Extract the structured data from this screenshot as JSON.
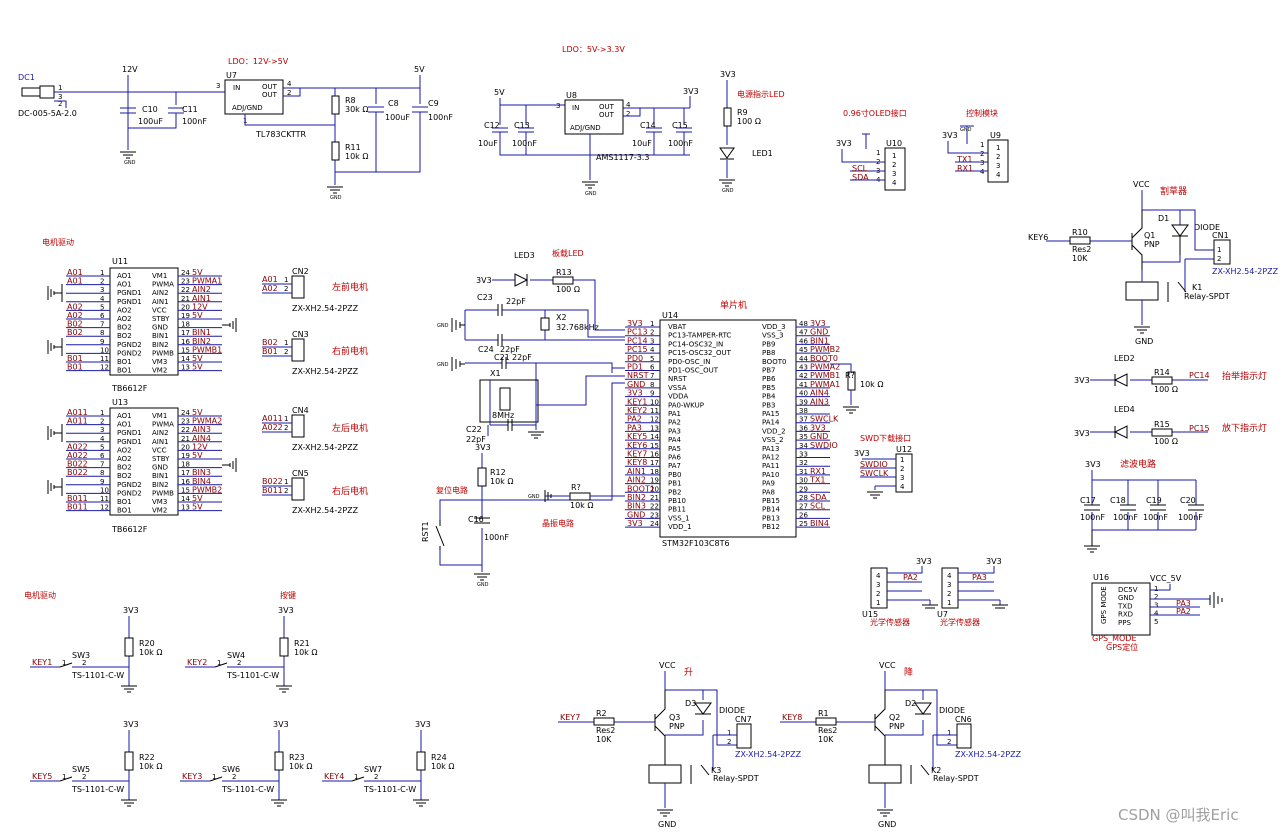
{
  "sections": {
    "ldo1": "LDO：12V->5V",
    "ldo2": "LDO：5V->3.3V",
    "power_led": "电源指示LED",
    "oled": "0.96寸OLED接口",
    "ctrl": "控制模块",
    "mower": "割草器",
    "motor_drive": "电机驱动",
    "board_led": "板载LED",
    "mcu": "单片机",
    "reset": "复位电路",
    "crystal": "晶振电路",
    "swd": "SWD下载接口",
    "lift_led": "抬举指示灯",
    "lower_led": "放下指示灯",
    "filter": "滤波电路",
    "motor_drive2": "电机驱动",
    "keys": "按键",
    "up": "升",
    "down": "降",
    "fl_motor": "左前电机",
    "fr_motor": "右前电机",
    "rl_motor": "左后电机",
    "rr_motor": "右后电机",
    "light1": "光学传感器",
    "light2": "光学传感器",
    "gps": "GPS定位"
  },
  "nets": {
    "v12": "12V",
    "v5": "5V",
    "v33": "3V3",
    "vcc": "VCC",
    "vcc5": "VCC_5V",
    "gnd": "GND"
  },
  "power": {
    "dc1": "DC1",
    "dc1_part": "DC-005-5A-2.0",
    "c10": "C10",
    "c10v": "100uF",
    "c11": "C11",
    "c11v": "100nF",
    "u7": "U7",
    "u7_part": "TL783CKTTR",
    "u7_in": "IN",
    "u7_out1": "OUT",
    "u7_out2": "OUT",
    "u7_adj": "ADJ/GND",
    "r8": "R8",
    "r8v": "30k Ω",
    "r11": "R11",
    "r11v": "10k Ω",
    "c8": "C8",
    "c8v": "100uF",
    "c9": "C9",
    "c9v": "100nF",
    "u8": "U8",
    "u8_part": "AMS1117-3.3",
    "u8_in": "IN",
    "u8_out1": "OUT",
    "u8_out2": "OUT",
    "u8_adj": "ADJ/GND",
    "c12": "C12",
    "c12v": "10uF",
    "c13": "C13",
    "c13v": "100nF",
    "c14": "C14",
    "c14v": "10uF",
    "c15": "C15",
    "c15v": "100nF",
    "r9": "R9",
    "r9v": "100 Ω",
    "led1": "LED1"
  },
  "oled": {
    "u10": "U10",
    "pins": [
      "3V3",
      "SCL",
      "SDA"
    ]
  },
  "ctrl": {
    "u9": "U9",
    "pins": [
      "3V3",
      "TX1",
      "RX1"
    ]
  },
  "mower": {
    "key": "KEY6",
    "r10": "R10",
    "r10p": "Res2",
    "r10v": "10K",
    "q1": "Q1",
    "q1p": "PNP",
    "d1": "D1",
    "d1p": "DIODE",
    "cn1": "CN1",
    "cn1p": "ZX-XH2.54-2PZZ",
    "k1": "K1",
    "k1p": "Relay-SPDT"
  },
  "tb1": {
    "name": "U11",
    "part": "TB6612F",
    "left": [
      [
        "A01",
        "1",
        "AO1"
      ],
      [
        "A01",
        "2",
        "AO1"
      ],
      [
        "",
        "3",
        "PGND1"
      ],
      [
        "",
        "4",
        "PGND1"
      ],
      [
        "A02",
        "5",
        "AO2"
      ],
      [
        "A02",
        "6",
        "AO2"
      ],
      [
        "B02",
        "7",
        "BO2"
      ],
      [
        "B02",
        "8",
        "BO2"
      ],
      [
        "",
        "9",
        "PGND2"
      ],
      [
        "",
        "10",
        "PGND2"
      ],
      [
        "B01",
        "11",
        "BO1"
      ],
      [
        "B01",
        "12",
        "BO1"
      ]
    ],
    "right": [
      [
        "VM1",
        "24",
        "5V"
      ],
      [
        "PWMA",
        "23",
        "PWMA1"
      ],
      [
        "AIN2",
        "22",
        "AIN2"
      ],
      [
        "AIN1",
        "21",
        "AIN1"
      ],
      [
        "VCC",
        "20",
        "12V"
      ],
      [
        "STBY",
        "19",
        "5V"
      ],
      [
        "GND",
        "18",
        ""
      ],
      [
        "BIN1",
        "17",
        "BIN1"
      ],
      [
        "BIN2",
        "16",
        "BIN2"
      ],
      [
        "PWMB",
        "15",
        "PWMB1"
      ],
      [
        "VM3",
        "14",
        "5V"
      ],
      [
        "VM2",
        "13",
        "5V"
      ]
    ]
  },
  "tb2": {
    "name": "U13",
    "part": "TB6612F",
    "left": [
      [
        "A011",
        "1",
        "AO1"
      ],
      [
        "A011",
        "2",
        "AO1"
      ],
      [
        "",
        "3",
        "PGND1"
      ],
      [
        "",
        "4",
        "PGND1"
      ],
      [
        "A022",
        "5",
        "AO2"
      ],
      [
        "A022",
        "6",
        "AO2"
      ],
      [
        "B022",
        "7",
        "BO2"
      ],
      [
        "B022",
        "8",
        "BO2"
      ],
      [
        "",
        "9",
        "PGND2"
      ],
      [
        "",
        "10",
        "PGND2"
      ],
      [
        "B011",
        "11",
        "BO1"
      ],
      [
        "B011",
        "12",
        "BO1"
      ]
    ],
    "right": [
      [
        "VM1",
        "24",
        "5V"
      ],
      [
        "PWMA",
        "23",
        "PWMA2"
      ],
      [
        "AIN2",
        "22",
        "AIN3"
      ],
      [
        "AIN1",
        "21",
        "AIN4"
      ],
      [
        "VCC",
        "20",
        "12V"
      ],
      [
        "STBY",
        "19",
        "5V"
      ],
      [
        "GND",
        "18",
        ""
      ],
      [
        "BIN1",
        "17",
        "BIN3"
      ],
      [
        "BIN2",
        "16",
        "BIN4"
      ],
      [
        "PWMB",
        "15",
        "PWMB2"
      ],
      [
        "VM3",
        "14",
        "5V"
      ],
      [
        "VM2",
        "13",
        "5V"
      ]
    ]
  },
  "cn": {
    "cn2": [
      "CN2",
      "A01",
      "A02"
    ],
    "cn3": [
      "CN3",
      "B02",
      "B01"
    ],
    "cn4": [
      "CN4",
      "A011",
      "A022"
    ],
    "cn5": [
      "CN5",
      "B022",
      "B011"
    ],
    "part": "ZX-XH2.54-2PZZ"
  },
  "mcu": {
    "name": "U14",
    "part": "STM32F103C8T6",
    "left": [
      [
        "3V3",
        "1",
        "VBAT"
      ],
      [
        "PC13",
        "2",
        "PC13-TAMPER-RTC"
      ],
      [
        "PC14",
        "3",
        "PC14-OSC32_IN"
      ],
      [
        "PC15",
        "4",
        "PC15-OSC32_OUT"
      ],
      [
        "PD0",
        "5",
        "PD0-OSC_IN"
      ],
      [
        "PD1",
        "6",
        "PD1-OSC_OUT"
      ],
      [
        "NRST",
        "7",
        "NRST"
      ],
      [
        "GND",
        "8",
        "VSSA"
      ],
      [
        "3V3",
        "9",
        "VDDA"
      ],
      [
        "KEY1",
        "10",
        "PA0-WKUP"
      ],
      [
        "KEY2",
        "11",
        "PA1"
      ],
      [
        "PA2",
        "12",
        "PA2"
      ],
      [
        "PA3",
        "13",
        "PA3"
      ],
      [
        "KEY5",
        "14",
        "PA4"
      ],
      [
        "KEY6",
        "15",
        "PA5"
      ],
      [
        "KEY7",
        "16",
        "PA6"
      ],
      [
        "KEY8",
        "17",
        "PA7"
      ],
      [
        "AIN1",
        "18",
        "PB0"
      ],
      [
        "AIN2",
        "19",
        "PB1"
      ],
      [
        "BOOT1",
        "20",
        "PB2"
      ],
      [
        "BIN2",
        "21",
        "PB10"
      ],
      [
        "BIN3",
        "22",
        "PB11"
      ],
      [
        "GND",
        "23",
        "VSS_1"
      ],
      [
        "3V3",
        "24",
        "VDD_1"
      ]
    ],
    "right": [
      [
        "VDD_3",
        "48",
        "3V3"
      ],
      [
        "VSS_3",
        "47",
        "GND"
      ],
      [
        "PB9",
        "46",
        "BIN1"
      ],
      [
        "PB8",
        "45",
        "PWMB2"
      ],
      [
        "BOOT0",
        "44",
        "BOOT0"
      ],
      [
        "PB7",
        "43",
        "PWMA2"
      ],
      [
        "PB6",
        "42",
        "PWMB1"
      ],
      [
        "PB5",
        "41",
        "PWMA1"
      ],
      [
        "PB4",
        "40",
        "AIN4"
      ],
      [
        "PB3",
        "39",
        "AIN3"
      ],
      [
        "PA15",
        "38",
        ""
      ],
      [
        "PA14",
        "37",
        "SWCLK"
      ],
      [
        "VDD_2",
        "36",
        "3V3"
      ],
      [
        "VSS_2",
        "35",
        "GND"
      ],
      [
        "PA13",
        "34",
        "SWDIO"
      ],
      [
        "PA12",
        "33",
        ""
      ],
      [
        "PA11",
        "32",
        ""
      ],
      [
        "PA10",
        "31",
        "RX1"
      ],
      [
        "PA9",
        "30",
        "TX1"
      ],
      [
        "PA8",
        "29",
        ""
      ],
      [
        "PB15",
        "28",
        "SDA"
      ],
      [
        "PB14",
        "27",
        "SCL"
      ],
      [
        "PB13",
        "26",
        ""
      ],
      [
        "PB12",
        "25",
        "BIN4"
      ]
    ]
  },
  "mcu_misc": {
    "led3": "LED3",
    "r13": "R13",
    "r13v": "100 Ω",
    "c23": "C23",
    "c23v": "22pF",
    "x2": "X2",
    "x2v": "32.768kHz",
    "c24": "C24",
    "c24v": "22pF",
    "c21": "C21",
    "c21v": "22pF",
    "x1": "X1",
    "x1v": "8MHz",
    "c22": "C22",
    "c22v": "22pF",
    "r12": "R12",
    "r12v": "10k Ω",
    "c16": "C16",
    "c16v": "100nF",
    "rst1": "RST1",
    "rq": "R?",
    "rqv": "10k Ω",
    "rq2": "R?",
    "rq2v": "10k Ω",
    "u12": "U12",
    "swd_pins": [
      "3V3",
      "SWDIO",
      "SWCLK"
    ],
    "led2": "LED2",
    "r14": "R14",
    "r14v": "100 Ω",
    "pc14": "PC14",
    "led4": "LED4",
    "r15": "R15",
    "r15v": "100 Ω",
    "pc15": "PC15",
    "c17": "C17",
    "c18": "C18",
    "c19": "C19",
    "c20": "C20",
    "cfv": "100nF"
  },
  "sensors": {
    "u15": "U15",
    "u7b": "U7",
    "pa2": "PA2",
    "pa3": "PA3"
  },
  "gps": {
    "u16": "U16",
    "mode": "GPS MODE",
    "mode2": "GPS_MODE",
    "pins": [
      "DC5V",
      "GND",
      "TXD",
      "RXD",
      "PPS"
    ],
    "pa3": "PA3",
    "pa2": "PA2"
  },
  "keys": {
    "k1": [
      "KEY1",
      "SW3",
      "R20"
    ],
    "k2": [
      "KEY2",
      "SW4",
      "R21"
    ],
    "k5": [
      "KEY5",
      "SW5",
      "R22"
    ],
    "k3": [
      "KEY3",
      "SW6",
      "R23"
    ],
    "k4": [
      "KEY4",
      "SW7",
      "R24"
    ],
    "part": "TS-1101-C-W",
    "rv": "10k Ω"
  },
  "lift": {
    "key7": "KEY7",
    "r2": "R2",
    "q3": "Q3",
    "d3": "D3",
    "cn7": "CN7",
    "k3": "K3",
    "key8": "KEY8",
    "r1": "R1",
    "q2": "Q2",
    "d2": "D2",
    "cn6": "CN6",
    "k2": "K2",
    "res2": "Res2",
    "r10k": "10K",
    "pnp": "PNP",
    "diode": "DIODE",
    "relay": "Relay-SPDT",
    "cnp": "ZX-XH2.54-2PZZ"
  },
  "watermark": "CSDN @叫我Eric"
}
